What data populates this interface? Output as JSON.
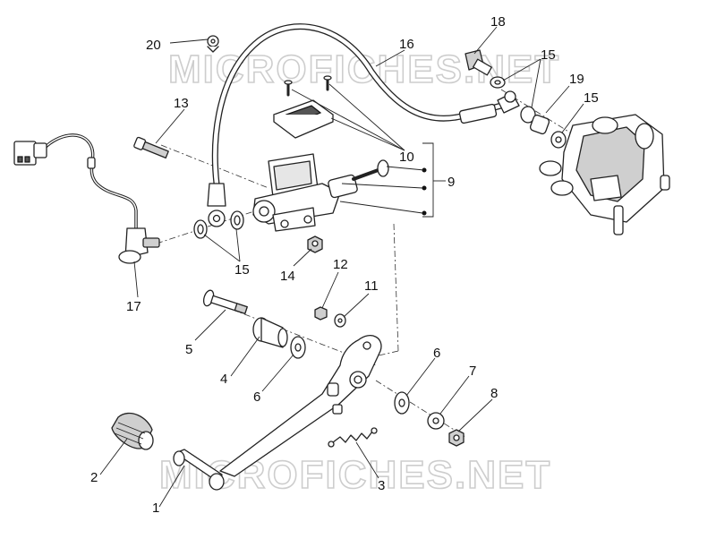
{
  "watermarks": [
    "MICROFICHES.NET",
    "MICROFICHES.NET"
  ],
  "callouts": [
    "1",
    "2",
    "3",
    "4",
    "5",
    "6",
    "6",
    "7",
    "8",
    "9",
    "10",
    "11",
    "12",
    "13",
    "14",
    "15",
    "15",
    "15",
    "16",
    "17",
    "18",
    "19",
    "20"
  ]
}
